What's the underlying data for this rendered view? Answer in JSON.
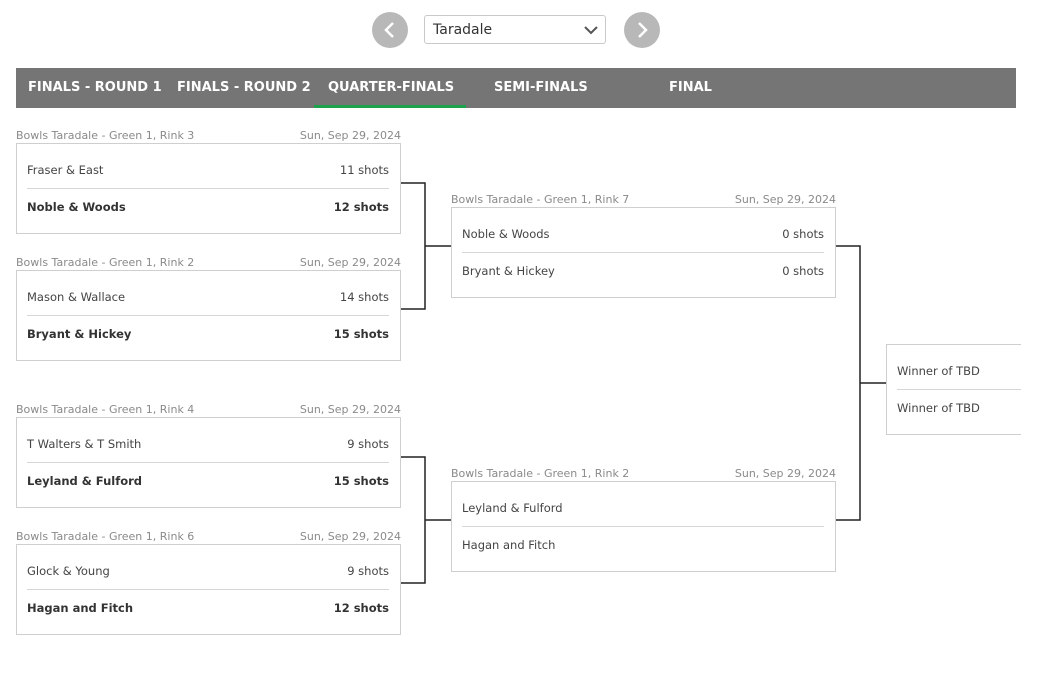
{
  "selector": {
    "value": "Taradale"
  },
  "tabs": [
    {
      "label": "FINALS - ROUND 1"
    },
    {
      "label": "FINALS - ROUND 2"
    },
    {
      "label": "QUARTER-FINALS"
    },
    {
      "label": "SEMI-FINALS"
    },
    {
      "label": "FINAL"
    }
  ],
  "active_tab": "QUARTER-FINALS",
  "colors": {
    "tab_bar": "#757575",
    "active_underline": "#1aa34a",
    "nav_button": "#b8b8b8"
  },
  "quarter_finals": [
    {
      "venue": "Bowls Taradale - Green 1, Rink 3",
      "date": "Sun, Sep 29, 2024",
      "team1": {
        "name": "Fraser & East",
        "score": "11 shots"
      },
      "team2": {
        "name": "Noble & Woods",
        "score": "12 shots"
      }
    },
    {
      "venue": "Bowls Taradale - Green 1, Rink 2",
      "date": "Sun, Sep 29, 2024",
      "team1": {
        "name": "Mason & Wallace",
        "score": "14 shots"
      },
      "team2": {
        "name": "Bryant & Hickey",
        "score": "15 shots"
      }
    },
    {
      "venue": "Bowls Taradale - Green 1, Rink 4",
      "date": "Sun, Sep 29, 2024",
      "team1": {
        "name": "T Walters & T Smith",
        "score": "9 shots"
      },
      "team2": {
        "name": "Leyland & Fulford",
        "score": "15 shots"
      }
    },
    {
      "venue": "Bowls Taradale - Green 1, Rink 6",
      "date": "Sun, Sep 29, 2024",
      "team1": {
        "name": "Glock & Young",
        "score": "9 shots"
      },
      "team2": {
        "name": "Hagan and Fitch",
        "score": "12 shots"
      }
    }
  ],
  "semi_finals": [
    {
      "venue": "Bowls Taradale - Green 1, Rink 7",
      "date": "Sun, Sep 29, 2024",
      "team1": {
        "name": "Noble & Woods",
        "score": "0 shots"
      },
      "team2": {
        "name": "Bryant & Hickey",
        "score": "0 shots"
      }
    },
    {
      "venue": "Bowls Taradale - Green 1, Rink 2",
      "date": "Sun, Sep 29, 2024",
      "team1": {
        "name": "Leyland & Fulford",
        "score": ""
      },
      "team2": {
        "name": "Hagan and Fitch",
        "score": ""
      }
    }
  ],
  "final": {
    "team1": {
      "name": "Winner of TBD"
    },
    "team2": {
      "name": "Winner of TBD"
    }
  }
}
